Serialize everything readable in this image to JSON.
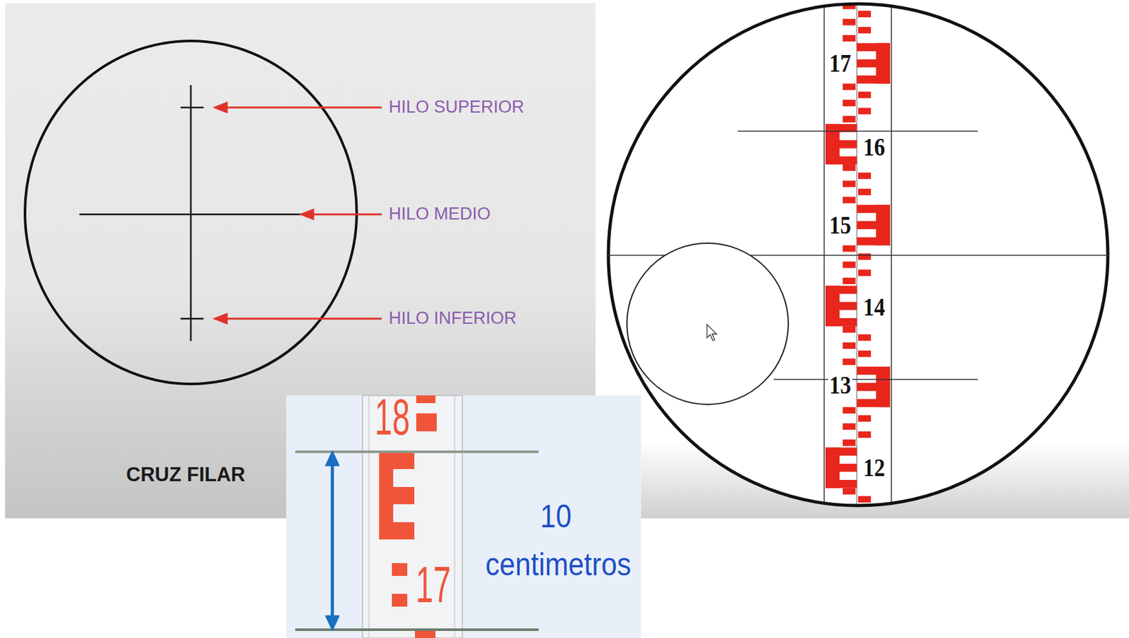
{
  "diagram": {
    "labels": [
      "HILO SUPERIOR",
      "HILO MEDIO",
      "HILO INFERIOR",
      "CRUZ FILAR",
      "17",
      "16",
      "15",
      "14",
      "13",
      "12",
      "18",
      "17",
      "10 centimetros"
    ]
  }
}
